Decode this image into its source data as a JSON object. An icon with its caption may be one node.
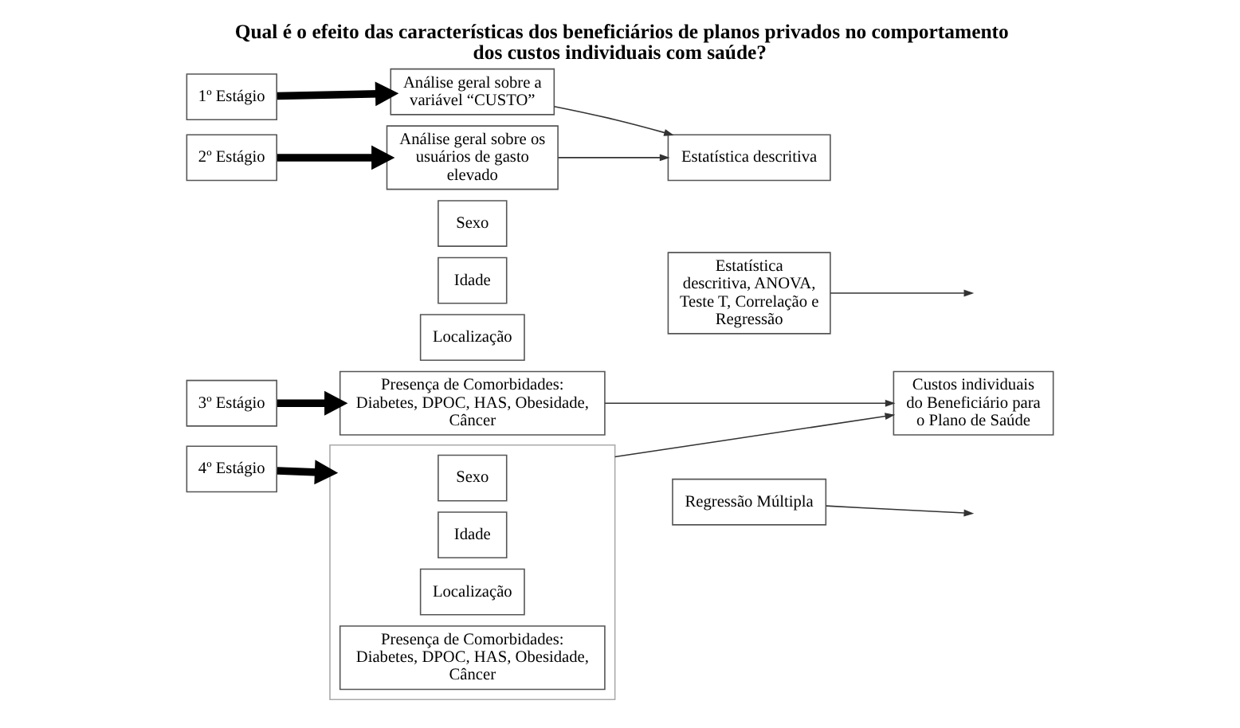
{
  "diagram": {
    "title": "Qual é o efeito das características dos beneficiários de planos privados no comportamento dos custos individuais com saúde?",
    "nodes": [
      {
        "text": [
          "1º Estágio"
        ]
      },
      {
        "text": [
          "Análise geral sobre a variável “CUSTO”"
        ]
      },
      {
        "text": [
          "Estatística descritiva"
        ]
      },
      {
        "text": [
          "2º Estágio"
        ]
      },
      {
        "text": [
          "Análise geral sobre os usuários de gasto elevado"
        ]
      },
      {
        "text": [
          "Estatística descritiva, ANOVA, Teste T, Correlação e Regressão"
        ]
      },
      {
        "text": [
          "3º Estágio"
        ]
      },
      {
        "text": [
          "Sexo"
        ]
      },
      {
        "text": [
          "Idade"
        ]
      },
      {
        "text": [
          "Localização"
        ]
      },
      {
        "text": [
          "Presença de Comorbidades: Diabetes, DPOC, HAS, Obesidade, Câncer"
        ]
      },
      {
        "text": [
          "Custos individuais do Beneficiário para o Plano de Saúde"
        ]
      },
      {
        "text": [
          "4º Estágio"
        ]
      },
      {
        "text": [],
        "shape": "box"
      },
      {
        "text": [
          "Sexo"
        ],
        "in": 13
      },
      {
        "text": [
          "Idade"
        ],
        "in": 13
      },
      {
        "text": [
          "Localização"
        ],
        "in": 13
      },
      {
        "text": [
          "Presença de Comorbidades: Diabetes, DPOC, HAS, Obesidade, Câncer"
        ],
        "in": 13
      },
      {
        "text": [
          "Regressão Múltipla"
        ]
      }
    ],
    "edges": [
      {
        "from": 0,
        "to": 1,
        "arrow": "to",
        "style": "thick"
      },
      {
        "from": 1,
        "to": 2,
        "arrow": "to"
      },
      {
        "from": 3,
        "to": 4,
        "arrow": "to",
        "style": "thick"
      },
      {
        "from": 4,
        "to": 2,
        "arrow": "to"
      },
      {
        "from": 6,
        "to": 10,
        "arrow": "to",
        "style": "thick"
      },
      {
        "from": 10,
        "to": 11,
        "arrow": "to"
      },
      {
        "from": 5,
        "to": null,
        "arrow": "to"
      },
      {
        "from": 12,
        "to": 13,
        "arrow": "to",
        "style": "thick"
      },
      {
        "from": 13,
        "to": 11,
        "arrow": "to"
      },
      {
        "from": 18,
        "to": null,
        "arrow": "to"
      }
    ]
  }
}
